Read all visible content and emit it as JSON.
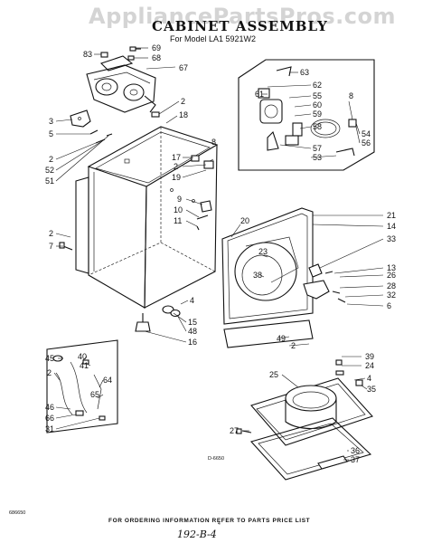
{
  "watermark": "AppliancePartsPros.com",
  "title": "CABINET ASSEMBLY",
  "subtitle": "For Model LA1 5921W2",
  "diagram_code": "D-6650",
  "doc_number": "686650",
  "footer": "FOR ORDERING INFORMATION REFER TO PARTS PRICE LIST",
  "page_mark": "4",
  "handwritten": "192-B-4",
  "callouts": {
    "c83": "83",
    "c69": "69",
    "c68": "68",
    "c67": "67",
    "c2a": "2",
    "c18": "18",
    "c3": "3",
    "c5": "5",
    "c2b": "2",
    "c52": "52",
    "c51": "51",
    "c8a": "8",
    "c17": "17",
    "c2c": "2",
    "c19": "19",
    "c9": "9",
    "c10": "10",
    "c11": "11",
    "c20": "20",
    "c2d": "2",
    "c7a": "7",
    "c63": "63",
    "c62": "62",
    "c61": "61",
    "c55": "55",
    "c60": "60",
    "c59": "59",
    "c58": "58",
    "c57": "57",
    "c53": "53",
    "c8b": "8",
    "c54": "54",
    "c56": "56",
    "c21": "21",
    "c14": "14",
    "c23": "23",
    "c33": "33",
    "c38": "38",
    "c13": "13",
    "c26": "26",
    "c28": "28",
    "c32": "32",
    "c6": "6",
    "c4a": "4",
    "c15": "15",
    "c48": "48",
    "c16": "16",
    "c49": "49",
    "c2e": "2",
    "c45": "45",
    "c40": "40",
    "c41": "41",
    "c2f": "2",
    "c64": "64",
    "c65": "65",
    "c46": "46",
    "c66": "66",
    "c31": "31",
    "c39": "39",
    "c24": "24",
    "c4b": "4",
    "c35": "35",
    "c25": "25",
    "c27": "27",
    "c36": "36",
    "c37": "37"
  }
}
